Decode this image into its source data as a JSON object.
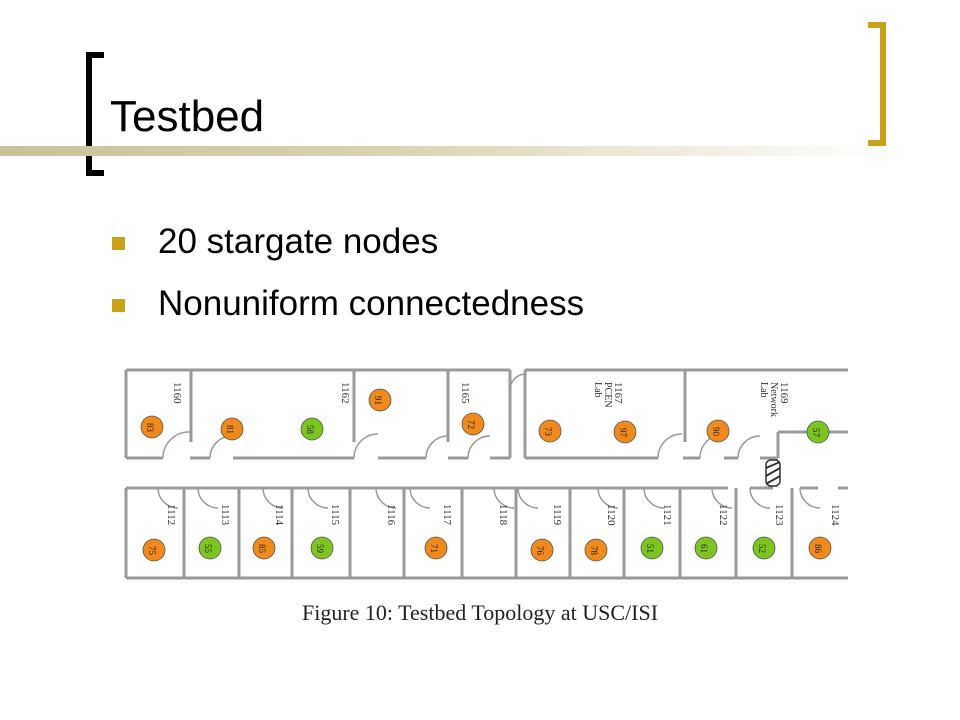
{
  "slide": {
    "title": "Testbed",
    "bullets": [
      "20 stargate nodes",
      "Nonuniform connectedness"
    ]
  },
  "figure": {
    "caption": "Figure 10: Testbed Topology at USC/ISI",
    "colors": {
      "orange_node": "#f08a1c",
      "green_node": "#7cc520",
      "wall": "#9a9a9a",
      "accent": "#c9a21a"
    },
    "top_row_rooms": [
      {
        "number": "1160",
        "label": ""
      },
      {
        "number": "1162",
        "label": ""
      },
      {
        "number": "1165",
        "label": ""
      },
      {
        "number": "1167",
        "label": "PCEN Lab"
      },
      {
        "number": "1169",
        "label": "Network Lab"
      }
    ],
    "bottom_row_rooms": [
      {
        "number": "1112",
        "label": ""
      },
      {
        "number": "1113",
        "label": ""
      },
      {
        "number": "1114",
        "label": ""
      },
      {
        "number": "1115",
        "label": ""
      },
      {
        "number": "1116",
        "label": ""
      },
      {
        "number": "1117",
        "label": ""
      },
      {
        "number": "1118",
        "label": ""
      },
      {
        "number": "1119",
        "label": ""
      },
      {
        "number": "1120",
        "label": ""
      },
      {
        "number": "1121",
        "label": ""
      },
      {
        "number": "1122",
        "label": ""
      },
      {
        "number": "1123",
        "label": ""
      },
      {
        "number": "1124",
        "label": ""
      }
    ],
    "top_row_nodes": [
      {
        "id": "83",
        "color": "orange"
      },
      {
        "id": "81",
        "color": "orange"
      },
      {
        "id": "58",
        "color": "green"
      },
      {
        "id": "91",
        "color": "orange"
      },
      {
        "id": "72",
        "color": "orange"
      },
      {
        "id": "73",
        "color": "orange"
      },
      {
        "id": "97",
        "color": "orange"
      },
      {
        "id": "90",
        "color": "orange"
      },
      {
        "id": "57",
        "color": "green"
      }
    ],
    "bottom_row_nodes": [
      {
        "id": "75",
        "color": "orange"
      },
      {
        "id": "55",
        "color": "green"
      },
      {
        "id": "85",
        "color": "orange"
      },
      {
        "id": "59",
        "color": "green"
      },
      {
        "id": "71",
        "color": "orange"
      },
      {
        "id": "76",
        "color": "orange"
      },
      {
        "id": "78",
        "color": "orange"
      },
      {
        "id": "51",
        "color": "green"
      },
      {
        "id": "61",
        "color": "green"
      },
      {
        "id": "52",
        "color": "green"
      },
      {
        "id": "86",
        "color": "orange"
      }
    ]
  }
}
